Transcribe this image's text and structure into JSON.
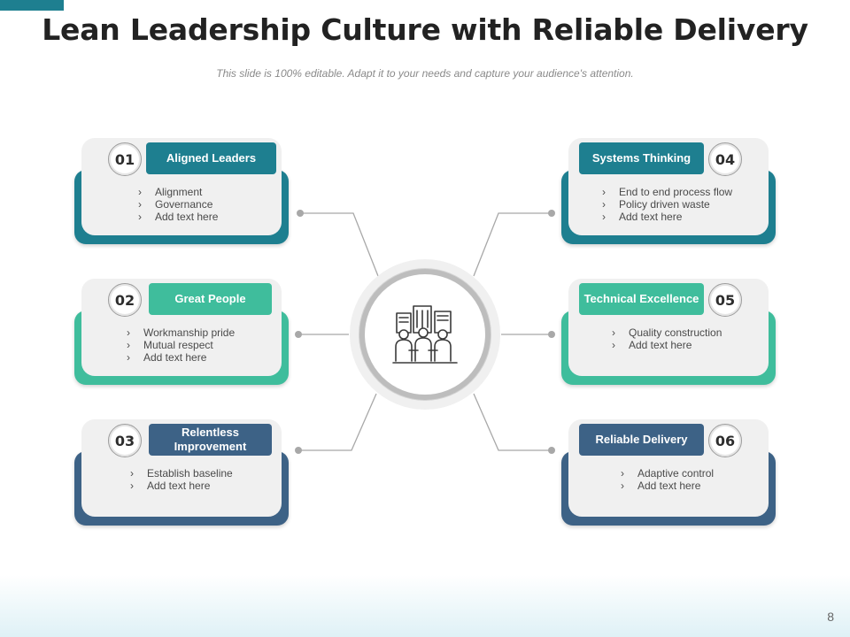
{
  "slide": {
    "title": "Lean Leadership Culture with Reliable Delivery",
    "subtitle": "This slide is 100% editable. Adapt it to your needs and capture your audience's attention.",
    "page_number": "8"
  },
  "center": {
    "icon": "team-buildings-icon"
  },
  "colors": {
    "teal": "#1e7f90",
    "green": "#3fbd9c",
    "navy": "#3d6286",
    "card_bg": "#f0f0f0"
  },
  "items": [
    {
      "number": "01",
      "title": "Aligned Leaders",
      "bullets": [
        "Alignment",
        "Governance",
        "Add text here"
      ]
    },
    {
      "number": "02",
      "title": "Great People",
      "bullets": [
        "Workmanship pride",
        "Mutual respect",
        "Add text here"
      ]
    },
    {
      "number": "03",
      "title": "Relentless Improvement",
      "bullets": [
        "Establish baseline",
        "Add text here"
      ]
    },
    {
      "number": "04",
      "title": "Systems  Thinking",
      "bullets": [
        "End to end process flow",
        "Policy driven waste",
        "Add text here"
      ]
    },
    {
      "number": "05",
      "title": "Technical Excellence",
      "bullets": [
        "Quality construction",
        "Add text here"
      ]
    },
    {
      "number": "06",
      "title": "Reliable Delivery",
      "bullets": [
        "Adaptive control",
        "Add text here"
      ]
    }
  ]
}
